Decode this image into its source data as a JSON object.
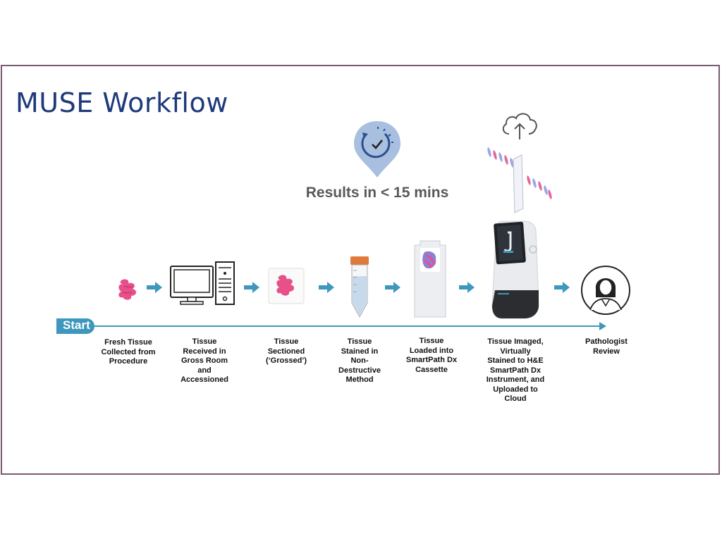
{
  "title": "MUSE Workflow",
  "results": "Results in < 15 mins",
  "start": "Start",
  "steps": [
    {
      "label": "Fresh Tissue\nCollected from\nProcedure"
    },
    {
      "label": "Tissue\nReceived in\nGross Room\nand\nAccessioned"
    },
    {
      "label": "Tissue\nSectioned\n(‘Grossed’)"
    },
    {
      "label": "Tissue\nStained in\nNon-\nDestructive\nMethod"
    },
    {
      "label": "Tissue\nLoaded into\nSmartPath Dx\nCassette"
    },
    {
      "label": "Tissue Imaged,\nVirtually\nStained to H&E\nSmartPath Dx\nInstrument, and\nUploaded to\nCloud"
    },
    {
      "label": "Pathologist\nReview"
    }
  ],
  "colors": {
    "title": "#1f3a7a",
    "timeline": "#3e97bd",
    "arrow": "#3e97bd",
    "tissue": "#e8508a",
    "border": "#7a5a70"
  }
}
